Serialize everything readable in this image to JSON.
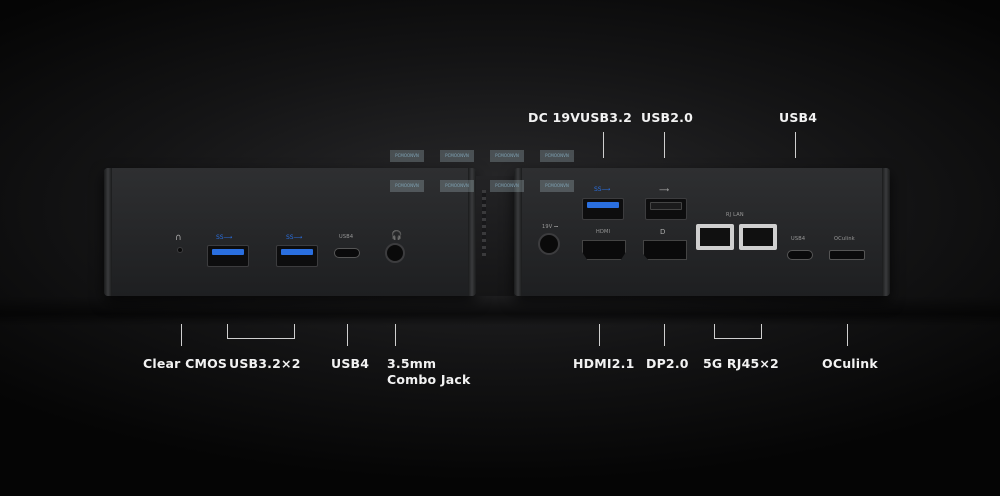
{
  "labels_top": {
    "dc": "DC 19V",
    "usb32": "USB3.2",
    "usb20": "USB2.0",
    "usb4": "USB4"
  },
  "labels_bottom": {
    "clear_cmos": "Clear CMOS",
    "usb32x2": "USB3.2×2",
    "usb4": "USB4",
    "combo_line1": "3.5mm",
    "combo_line2": "Combo Jack",
    "hdmi": "HDMI2.1",
    "dp": "DP2.0",
    "rj45": "5G RJ45×2",
    "oculink": "OCulink"
  },
  "device_print": {
    "usb4_left": "USB4",
    "dc_rating": "19V ⎓",
    "hdmi": "HDMI",
    "rj_lan": "RJ LAN",
    "usb4_right": "USB4",
    "oculink": "OCulink"
  },
  "watermark": "PCMOONVN",
  "icons": {
    "headphone": "headphone-icon",
    "usb": "usb-icon",
    "cmos": "cmos-icon"
  },
  "colors": {
    "usb_blue": "#2a6fe0",
    "background": "#141415",
    "label": "#f2f2f2"
  }
}
